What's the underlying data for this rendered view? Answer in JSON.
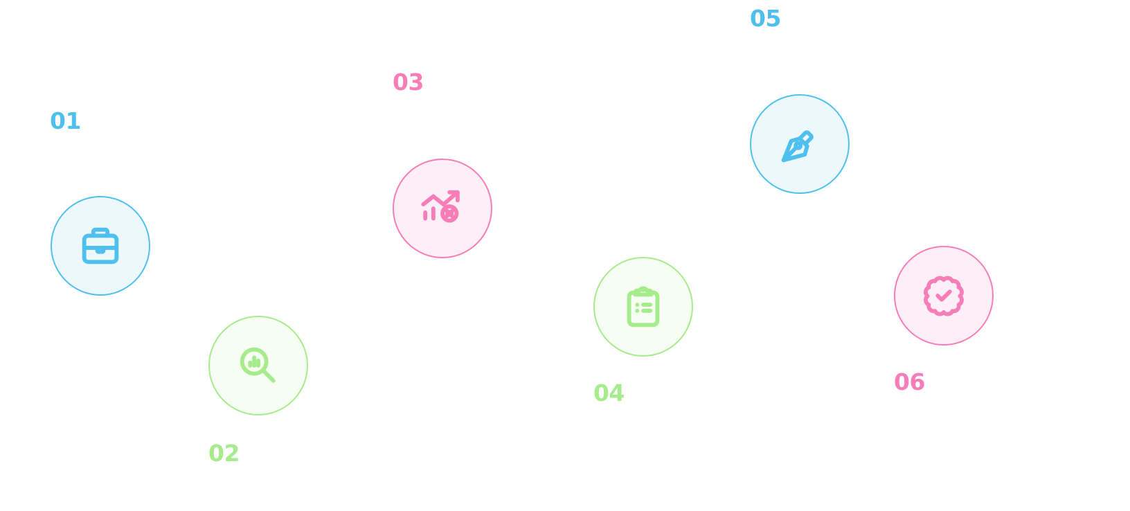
{
  "steps": [
    {
      "number": "01",
      "icon": "briefcase-icon",
      "color": "#4fc0ee"
    },
    {
      "number": "02",
      "icon": "search-chart-icon",
      "color": "#a6eb8c"
    },
    {
      "number": "03",
      "icon": "chart-growth-coin-icon",
      "color": "#f77db8"
    },
    {
      "number": "04",
      "icon": "clipboard-list-icon",
      "color": "#a6eb8c"
    },
    {
      "number": "05",
      "icon": "pen-nib-icon",
      "color": "#4fc0ee"
    },
    {
      "number": "06",
      "icon": "badge-check-icon",
      "color": "#f77db8"
    }
  ],
  "palette": {
    "blue": "#4fc0ee",
    "green": "#a6eb8c",
    "pink": "#f77db8"
  }
}
